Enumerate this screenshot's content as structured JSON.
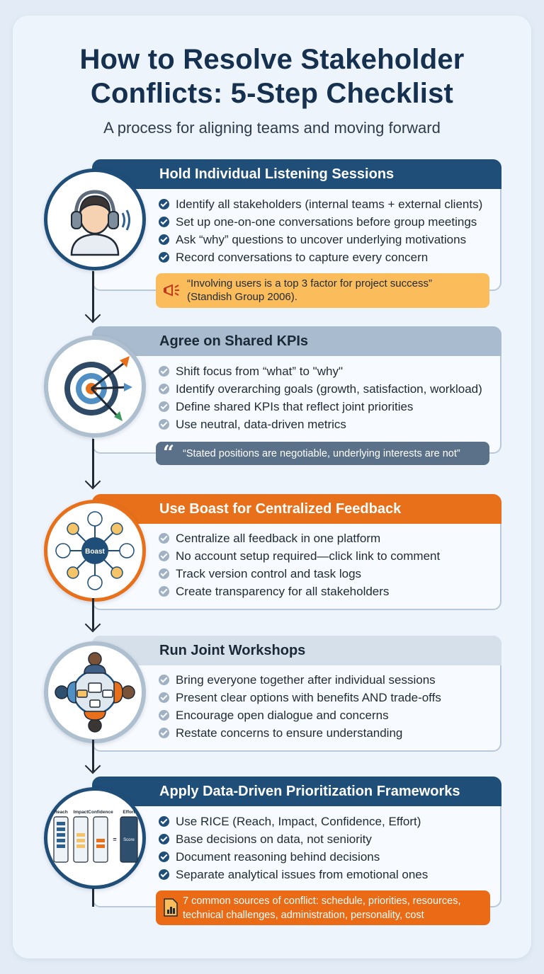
{
  "title_line1": "How to Resolve Stakeholder",
  "title_line2": "Conflicts: 5-Step Checklist",
  "subtitle": "A process for aligning teams and moving forward",
  "colors": {
    "navy": "#1f4e79",
    "slate": "#a9bccf",
    "orange": "#e8701a",
    "quote_yellow": "#fbbc5c",
    "quote_slate": "#5a7189",
    "quote_orange": "#ea6a16"
  },
  "steps": [
    {
      "header": "Hold Individual Listening Sessions",
      "icon": "headphones-person-icon",
      "bullets": [
        "Identify all stakeholders (internal teams + external clients)",
        "Set up one-on-one conversations before group meetings",
        "Ask “why” questions to uncover underlying motivations",
        "Record conversations to capture every concern"
      ],
      "quote_icon": "megaphone-icon",
      "quote_line1": "“Involving users is a top 3 factor for project success”",
      "quote_line2": "(Standish Group 2006)."
    },
    {
      "header": "Agree on Shared KPIs",
      "icon": "target-arrows-icon",
      "bullets": [
        "Shift focus from “what” to \"why\"",
        "Identify overarching goals (growth, satisfaction, workload)",
        "Define shared KPIs that reflect joint priorities",
        "Use neutral, data-driven metrics"
      ],
      "quote_icon": "quote-marks-icon",
      "quote_line1": "“Stated positions are negotiable, underlying interests are not”"
    },
    {
      "header": "Use Boast for Centralized Feedback",
      "icon": "hub-network-icon",
      "hub_label": "Boast",
      "bullets": [
        "Centralize all feedback in one platform",
        "No account setup required—click link to comment",
        "Track version control and task logs",
        "Create transparency for all stakeholders"
      ]
    },
    {
      "header": "Run Joint Workshops",
      "icon": "round-table-icon",
      "bullets": [
        "Bring everyone together after individual sessions",
        "Present clear options with benefits AND trade-offs",
        "Encourage open dialogue and concerns",
        "Restate concerns to ensure understanding"
      ]
    },
    {
      "header": "Apply Data-Driven Prioritization Frameworks",
      "icon": "rice-framework-icon",
      "framework_labels": [
        "Reach",
        "Impact",
        "Confidence",
        "Effort"
      ],
      "framework_score": "Score",
      "bullets": [
        "Use RICE (Reach, Impact, Confidence, Effort)",
        "Base decisions on data, not seniority",
        "Document reasoning behind decisions",
        "Separate analytical issues from emotional ones"
      ],
      "quote_icon": "report-chart-icon",
      "quote_line1": "7 common sources of conflict: schedule, priorities, resources,",
      "quote_line2": "technical challenges, administration, personality, cost"
    }
  ]
}
